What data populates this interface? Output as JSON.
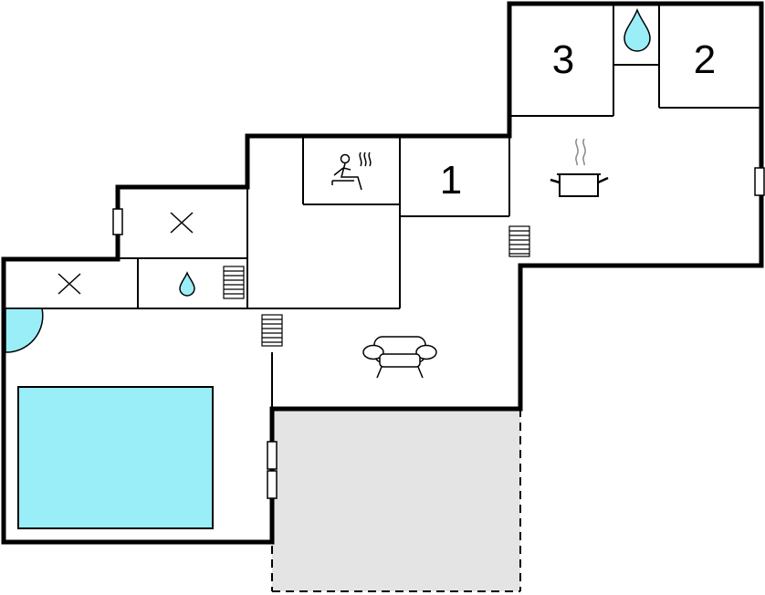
{
  "floor_plan": {
    "bedrooms": [
      {
        "label": "1"
      },
      {
        "label": "2"
      },
      {
        "label": "3"
      }
    ],
    "icons": {
      "sauna": "sauna-icon",
      "bathroom": "water-drop-icon",
      "kitchen": "cooking-pot-icon",
      "living": "sofa-icon",
      "storage": "cross-icon",
      "stairs": "stairs-icon",
      "window": "window-icon"
    },
    "colors": {
      "wall": "#000000",
      "pool": "#99eef8",
      "terrace": "#e4e4e4",
      "water_drop": "#99eef8",
      "background": "#ffffff"
    }
  }
}
